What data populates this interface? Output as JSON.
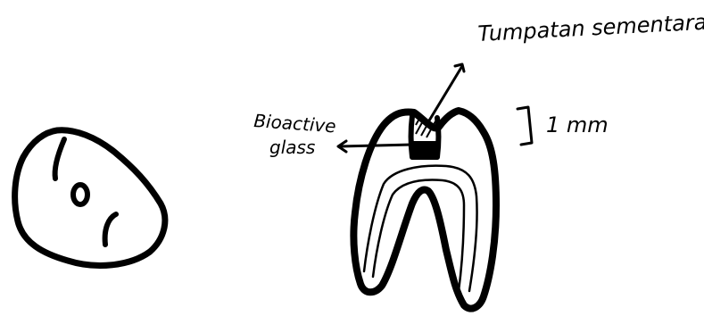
{
  "labels": {
    "temporary_filling": "Tumpatan sementara",
    "bioactive_glass_line1": "Bioactive",
    "bioactive_glass_line2": "glass",
    "thickness": "1 mm"
  },
  "colors": {
    "ink": "#000000",
    "background": "#ffffff"
  }
}
